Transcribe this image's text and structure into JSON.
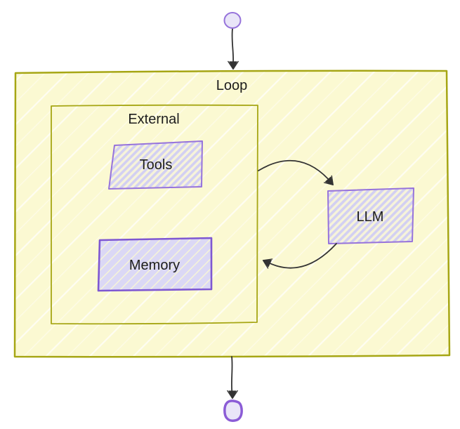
{
  "diagram": {
    "type": "flowchart",
    "style": "hand-drawn",
    "nodes": {
      "start": {
        "kind": "start",
        "shape": "circle"
      },
      "loop": {
        "label": "Loop",
        "kind": "subgraph"
      },
      "external": {
        "label": "External",
        "kind": "subgraph"
      },
      "tools": {
        "label": "Tools",
        "kind": "rect"
      },
      "memory": {
        "label": "Memory",
        "kind": "rect"
      },
      "llm": {
        "label": "LLM",
        "kind": "rect"
      },
      "end": {
        "kind": "end",
        "shape": "circle"
      }
    },
    "edges": [
      {
        "from": "start",
        "to": "loop"
      },
      {
        "from": "external",
        "to": "llm"
      },
      {
        "from": "llm",
        "to": "external"
      },
      {
        "from": "loop",
        "to": "end"
      }
    ],
    "colors": {
      "canvas": "#ffffff",
      "subgraph_fill": "#fbf9d2",
      "subgraph_border": "#a6a614",
      "node_border": "#9673db",
      "memory_border": "#7e57d2",
      "node_hatch": "#d3d0f2",
      "node_hatch_bg": "#f6f3da",
      "memory_fill": "#dbd8f5",
      "circle_fill": "#e9e5f8",
      "end_circle_border": "#8b5cd6",
      "arrow": "#333333",
      "text": "#1d1d1d"
    }
  }
}
